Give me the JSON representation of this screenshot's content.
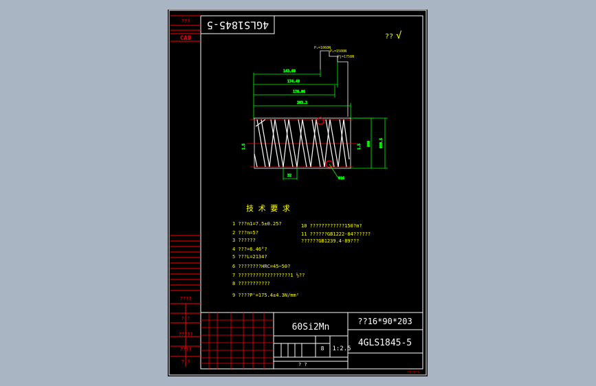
{
  "colors": {
    "background": "#a9b5c3",
    "sheet": "#000000",
    "frame": "#ffffff",
    "table_lines": "#ff0000",
    "dimensions": "#00ff00",
    "annotations": "#ffff00",
    "notes": "#ffffff",
    "spring": "#ffffff",
    "centerline": "#ff0000"
  },
  "drawing_number_rotated": "4GLS1845-5",
  "side_column": {
    "top_label": "???",
    "cad_label": "CAD",
    "lower_rows": [
      "????",
      "?  ?",
      "?????",
      "????",
      "?  ?"
    ]
  },
  "roughness": {
    "label": "??",
    "symbol": "√"
  },
  "spring_dimensions": {
    "p1": "P₁=1060N",
    "p2": "P₂=1500N",
    "pj": "Pj=1758N",
    "d1": "143.68",
    "d2": "174.49",
    "d3": "178.06",
    "free_length": "203.2",
    "outer_diameter": "Φ90",
    "mid_diameter": "Φ90.5",
    "wire_diameter": "Φ16",
    "pitch": "32",
    "end_left": "1.5",
    "end_right": "1.5"
  },
  "tech_title": "技 术 要 求",
  "notes_left": [
    "1 ???n1=7.5±0.25?",
    "2 ???n=5?",
    "3 ??????",
    "4 ???=6.46°?",
    "5 ???L=2134?",
    "6 ????????HRC=45~50?",
    "7 ??????????????????1 ½??",
    "8 ???????????",
    "9 ????P'=175.4±4.3N/mm²"
  ],
  "notes_right": [
    "10 ????????????150?m?",
    "11 ??????GB1222-84??????",
    "   ??????GB1239.4-89???"
  ],
  "title_block": {
    "material": "60Si2Mn",
    "spec": "??16*90*203",
    "drawing_number": "4GLS1845-5",
    "scale": "1:2.5",
    "qty": "8",
    "sheet_info": "? ?",
    "footer": "?????? "
  }
}
